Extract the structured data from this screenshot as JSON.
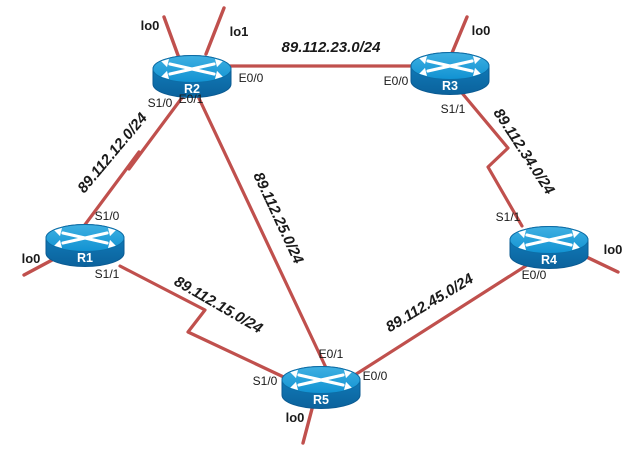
{
  "diagram_type": "network-topology",
  "colors": {
    "link": "#c0504d",
    "router_top": "#1697d6",
    "router_body": "#0f76b2",
    "router_edge": "#0a5a92",
    "label_text": "#1a1a1a"
  },
  "routers": {
    "r1": {
      "name": "R1",
      "loopbacks": [
        "lo0"
      ]
    },
    "r2": {
      "name": "R2",
      "loopbacks": [
        "lo0",
        "lo1"
      ]
    },
    "r3": {
      "name": "R3",
      "loopbacks": [
        "lo0"
      ]
    },
    "r4": {
      "name": "R4",
      "loopbacks": [
        "lo0"
      ]
    },
    "r5": {
      "name": "R5",
      "loopbacks": [
        "lo0"
      ]
    }
  },
  "links": [
    {
      "from": "R2",
      "from_if": "E0/0",
      "to": "R3",
      "to_if": "E0/0",
      "network": "89.112.23.0/24",
      "type": "ethernet"
    },
    {
      "from": "R1",
      "from_if": "S1/0",
      "to": "R2",
      "to_if": "S1/0",
      "network": "89.112.12.0/24",
      "type": "serial"
    },
    {
      "from": "R1",
      "from_if": "S1/1",
      "to": "R5",
      "to_if": "S1/0",
      "network": "89.112.15.0/24",
      "type": "serial"
    },
    {
      "from": "R2",
      "from_if": "E0/1",
      "to": "R5",
      "to_if": "E0/1",
      "network": "89.112.25.0/24",
      "type": "ethernet"
    },
    {
      "from": "R5",
      "from_if": "E0/0",
      "to": "R4",
      "to_if": "E0/0",
      "network": "89.112.45.0/24",
      "type": "ethernet"
    },
    {
      "from": "R3",
      "from_if": "S1/1",
      "to": "R4",
      "to_if": "S1/1",
      "network": "89.112.34.0/24",
      "type": "serial"
    }
  ]
}
